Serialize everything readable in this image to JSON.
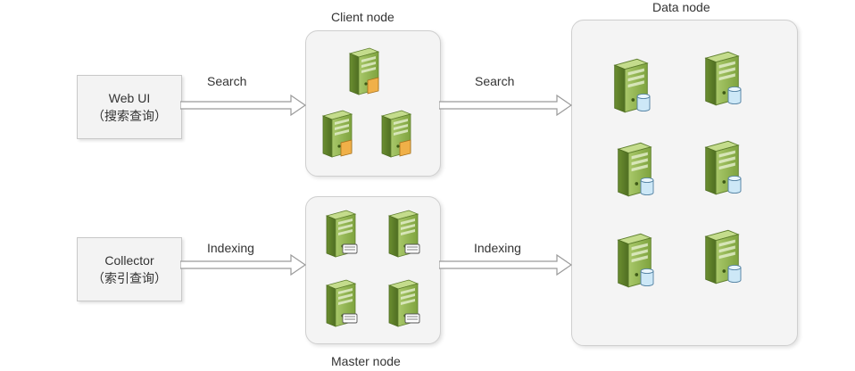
{
  "sources": {
    "webui": {
      "title": "Web UI",
      "subtitle": "（搜索查询）"
    },
    "collector": {
      "title": "Collector",
      "subtitle": "（索引查询）"
    }
  },
  "nodes": {
    "client": {
      "label": "Client node"
    },
    "master": {
      "label": "Master node"
    },
    "data": {
      "label": "Data node"
    }
  },
  "edges": {
    "search_to_client": "Search",
    "search_to_data": "Search",
    "index_to_master": "Indexing",
    "index_to_data": "Indexing"
  },
  "colors": {
    "server_green": "#8db04a",
    "server_dark": "#5f7f2e",
    "accent_orange": "#f0b048",
    "accent_blue": "#cde8f7"
  },
  "icons": {
    "client": "server-icon-orange",
    "master": "server-icon-keyboard",
    "data": "server-icon-database"
  }
}
